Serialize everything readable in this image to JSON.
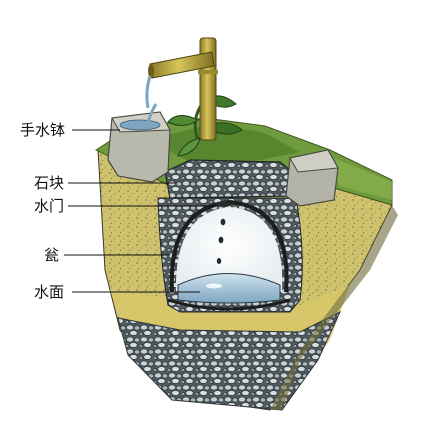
{
  "diagram": {
    "labels": {
      "hand_basin": "手水钵",
      "stone_block": "石块",
      "water_gate": "水门",
      "jar": "瓮",
      "water_surface": "水面"
    }
  }
}
